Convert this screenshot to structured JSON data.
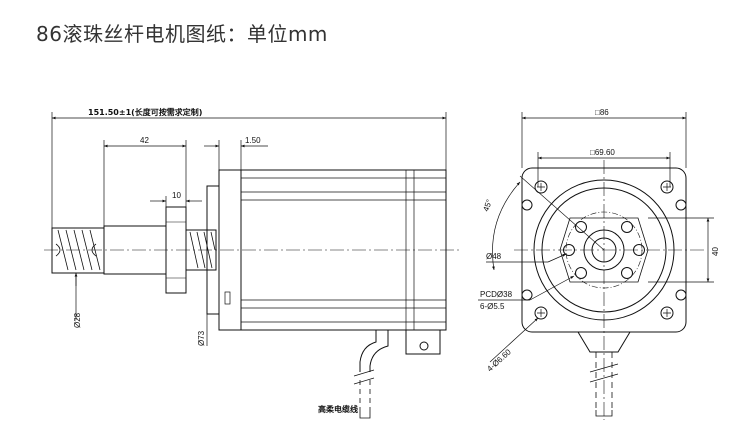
{
  "page": {
    "title": "86滚珠丝杆电机图纸：单位mm"
  },
  "side_view": {
    "dim_total": "151.50±1(长度可按需求定制)",
    "dim_42": "42",
    "dim_10": "10",
    "dim_1_50": "1.50",
    "dim_d28": "Ø28",
    "dim_d73": "Ø73",
    "cable_label": "高柔电缆线"
  },
  "front_view": {
    "dim_86": "□86",
    "dim_69_60": "□69.60",
    "dim_45": "45°",
    "dim_40": "40",
    "dim_d48": "Ø48",
    "pcd": "PCDØ38",
    "holes_small": "6-Ø5.5",
    "holes_large": "4-Ø6.60"
  },
  "colors": {
    "line": "#111111",
    "title": "#333333"
  }
}
